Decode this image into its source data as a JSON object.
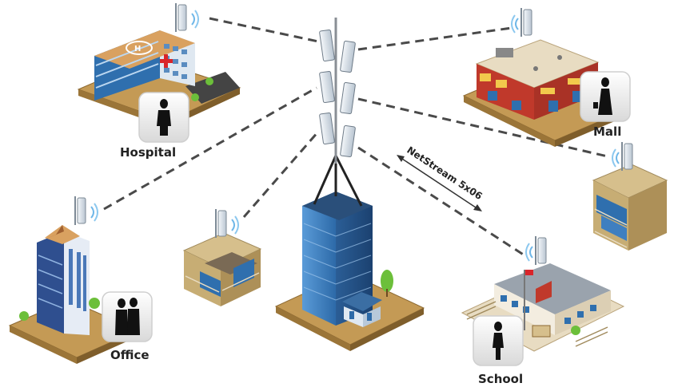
{
  "labels": {
    "hospital": "Hospital",
    "mall": "Mall",
    "office": "Office",
    "school": "School"
  },
  "link_label": "NetStream 5x06",
  "colors": {
    "link": "#4a4a4a",
    "tower_glass": "#3f7fc0",
    "tower_dark": "#1f4f86",
    "ground": "#c49a55",
    "building_beige": "#d6bf8c",
    "building_blue": "#2f6fae",
    "mall_red": "#c0392b",
    "radio": "#dfe6ee",
    "signal": "#6fb7e8"
  },
  "icons": {
    "person": "person-silhouette-icon",
    "radio": "radio-antenna-icon",
    "signal": "wifi-signal-icon"
  }
}
